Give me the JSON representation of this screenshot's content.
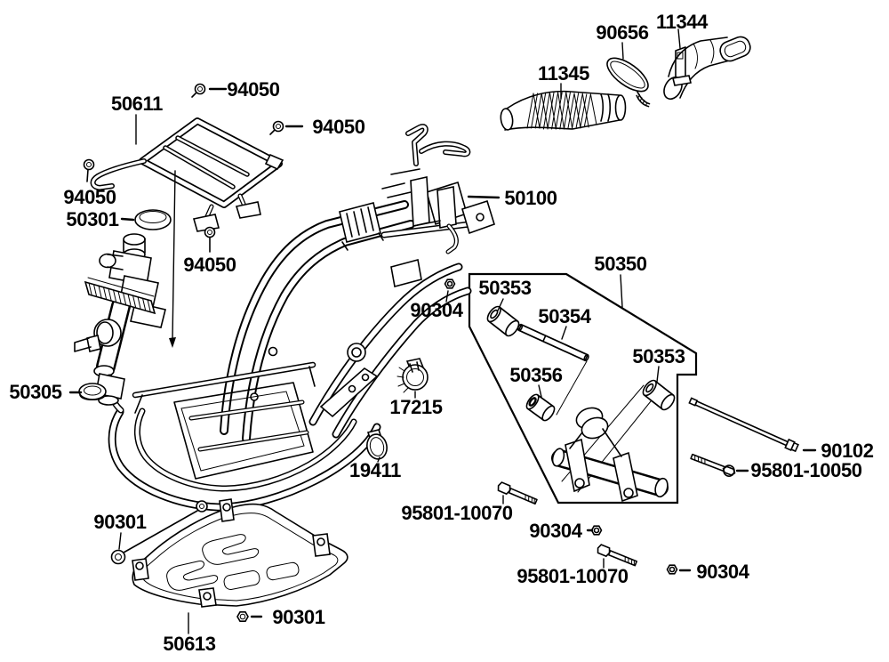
{
  "colors": {
    "background": "#ffffff",
    "line": "#000000",
    "label_text": "#000000"
  },
  "callouts": [
    {
      "id": "90656",
      "text": "90656"
    },
    {
      "id": "11344",
      "text": "11344"
    },
    {
      "id": "11345",
      "text": "11345"
    },
    {
      "id": "94050-top",
      "text": "94050"
    },
    {
      "id": "50611",
      "text": "50611"
    },
    {
      "id": "94050-right",
      "text": "94050"
    },
    {
      "id": "94050-left",
      "text": "94050"
    },
    {
      "id": "50301",
      "text": "50301"
    },
    {
      "id": "50100",
      "text": "50100"
    },
    {
      "id": "94050-mid",
      "text": "94050"
    },
    {
      "id": "50350",
      "text": "50350"
    },
    {
      "id": "50353-left",
      "text": "50353"
    },
    {
      "id": "50354",
      "text": "50354"
    },
    {
      "id": "90304-upper",
      "text": "90304"
    },
    {
      "id": "50353-right",
      "text": "50353"
    },
    {
      "id": "50356",
      "text": "50356"
    },
    {
      "id": "50305",
      "text": "50305"
    },
    {
      "id": "17215",
      "text": "17215"
    },
    {
      "id": "90102",
      "text": "90102"
    },
    {
      "id": "19411",
      "text": "19411"
    },
    {
      "id": "95801-10050",
      "text": "95801-10050"
    },
    {
      "id": "95801-10070-upper",
      "text": "95801-10070"
    },
    {
      "id": "90301-left",
      "text": "90301"
    },
    {
      "id": "90304-mid",
      "text": "90304"
    },
    {
      "id": "95801-10070-lower",
      "text": "95801-10070"
    },
    {
      "id": "90304-right",
      "text": "90304"
    },
    {
      "id": "90301-bottom",
      "text": "90301"
    },
    {
      "id": "50613",
      "text": "50613"
    }
  ]
}
